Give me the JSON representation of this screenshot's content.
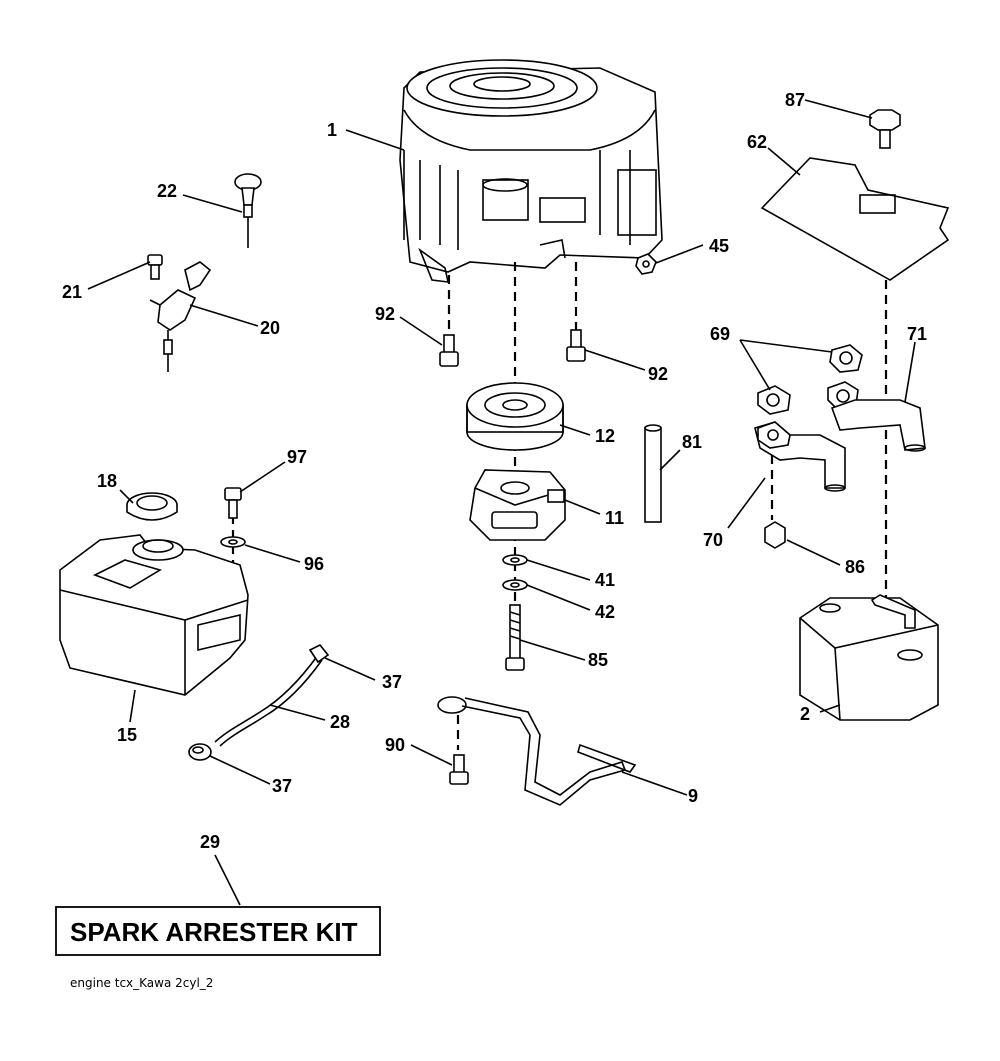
{
  "callouts": {
    "c1": "1",
    "c2": "2",
    "c9": "9",
    "c11": "11",
    "c12": "12",
    "c15": "15",
    "c18": "18",
    "c20": "20",
    "c21": "21",
    "c22": "22",
    "c28": "28",
    "c29": "29",
    "c37a": "37",
    "c37b": "37",
    "c41": "41",
    "c42": "42",
    "c45": "45",
    "c62": "62",
    "c69": "69",
    "c70": "70",
    "c71": "71",
    "c81": "81",
    "c85": "85",
    "c86": "86",
    "c87": "87",
    "c90": "90",
    "c92a": "92",
    "c92b": "92",
    "c96": "96",
    "c97": "97"
  },
  "kit_label": "SPARK ARRESTER KIT",
  "footer": "engine tcx_Kawa 2cyl_2"
}
